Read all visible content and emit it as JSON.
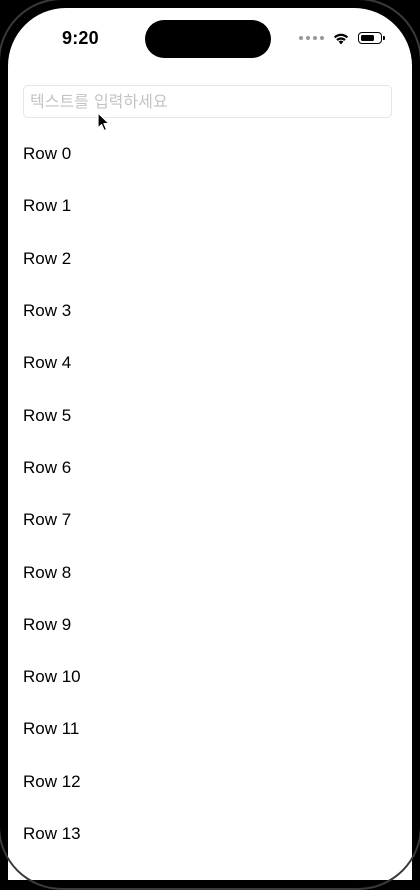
{
  "status_bar": {
    "time": "9:20",
    "battery_level": 0.75
  },
  "search": {
    "placeholder": "텍스트를 입력하세요",
    "value": ""
  },
  "rows": [
    "Row 0",
    "Row 1",
    "Row 2",
    "Row 3",
    "Row 4",
    "Row 5",
    "Row 6",
    "Row 7",
    "Row 8",
    "Row 9",
    "Row 10",
    "Row 11",
    "Row 12",
    "Row 13"
  ],
  "icons": {
    "signal": "signal-dots-icon",
    "wifi": "wifi-icon",
    "battery": "battery-icon",
    "cursor": "mouse-pointer-icon"
  }
}
